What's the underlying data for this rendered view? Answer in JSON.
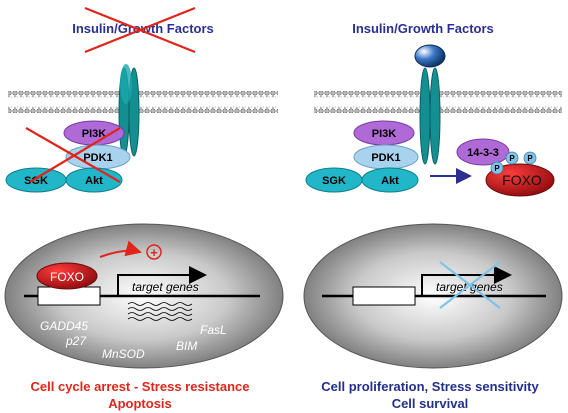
{
  "left_panel": {
    "title": "Insulin/Growth Factors",
    "nodes": {
      "pi3k": "PI3K",
      "pdk1": "PDK1",
      "sgk": "SGK",
      "akt": "Akt"
    },
    "nucleus": {
      "foxo": "FOXO",
      "target_genes": "target genes",
      "activation_symbol": "+",
      "genes": [
        "GADD45",
        "p27",
        "MnSOD",
        "BIM",
        "FasL"
      ]
    },
    "caption_line1": "Cell cycle arrest - Stress resistance",
    "caption_line2": "Apoptosis",
    "caption_color": "#e0261c"
  },
  "right_panel": {
    "title": "Insulin/Growth Factors",
    "nodes": {
      "pi3k": "PI3K",
      "pdk1": "PDK1",
      "sgk": "SGK",
      "akt": "Akt"
    },
    "complex": {
      "protein_1433": "14-3-3",
      "phospho": [
        "P",
        "P",
        "P"
      ],
      "foxo": "FOXO"
    },
    "nucleus": {
      "target_genes": "target genes"
    },
    "caption_line1": "Cell proliferation, Stress sensitivity",
    "caption_line2": "Cell survival",
    "caption_color": "#22308a"
  },
  "colors": {
    "title_blue": "#2b2f8f",
    "receptor_teal": "#138f92",
    "pi3k_purple": "#b06ad8",
    "pdk1_lightblue": "#a8d2ee",
    "akt_teal": "#22b7c8",
    "foxo_red": "#c4141b",
    "cross_red": "#e0261c",
    "cross_blue": "#7fc4e6"
  }
}
